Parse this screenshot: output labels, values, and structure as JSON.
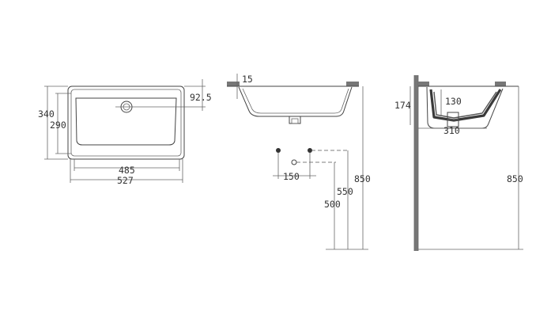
{
  "colors": {
    "line": "#444444",
    "pipe_dark": "#3a3a3a",
    "wall": "#777777",
    "text": "#333333"
  },
  "top_view": {
    "depth_outer": "340",
    "depth_inner": "290",
    "drain_offset": "92.5",
    "width_inner": "485",
    "width_outer": "527"
  },
  "section_view": {
    "rim_thickness": "15",
    "drain_spacing": "150",
    "height_500": "500",
    "height_550": "550",
    "height_850": "850"
  },
  "side_view": {
    "bowl_depth": "174",
    "trap_height": "130",
    "trap_offset": "310",
    "height_850": "850"
  }
}
